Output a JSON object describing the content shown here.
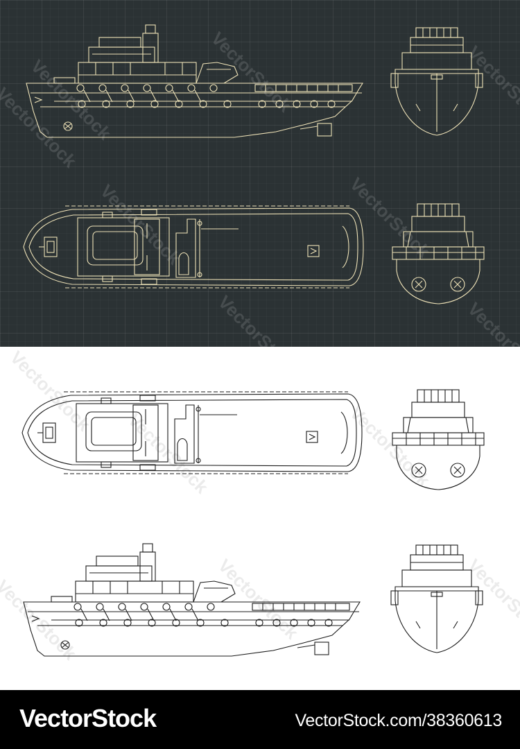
{
  "footer": {
    "brand": "VectorStock",
    "url": "VectorStock.com/38360613"
  },
  "watermark": "VectorStock",
  "colors": {
    "dark_background": "#2b3234",
    "dark_line": "#efe3b8",
    "light_line": "#1a1a1a",
    "footer": "#000000"
  }
}
